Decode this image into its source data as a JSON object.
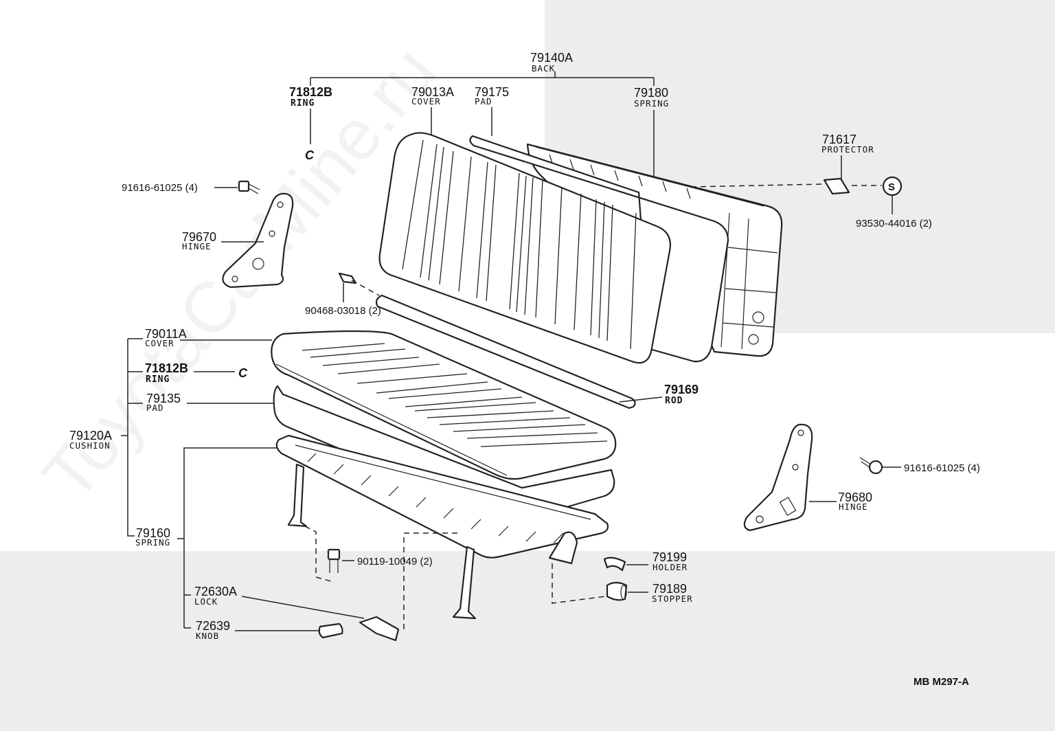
{
  "watermark": "ToyotaCarMine.ru",
  "diagram_code": "MB  M297-A",
  "labels": {
    "back": {
      "number": "79140A",
      "name": "BACK"
    },
    "ring_top": {
      "number": "71812B",
      "name": "RING"
    },
    "cover_back": {
      "number": "79013A",
      "name": "COVER"
    },
    "pad_back": {
      "number": "79175",
      "name": "PAD"
    },
    "spring_back": {
      "number": "79180",
      "name": "SPRING"
    },
    "protector": {
      "number": "71617",
      "name": "PROTECTOR"
    },
    "nut_right": {
      "number": "93530-44016 (2)"
    },
    "bolt_left": {
      "number": "91616-61025 (4)"
    },
    "hinge_left": {
      "number": "79670",
      "name": "HINGE"
    },
    "pin": {
      "number": "90468-03018 (2)"
    },
    "cover_cushion": {
      "number": "79011A",
      "name": "COVER"
    },
    "ring_mid": {
      "number": "71812B",
      "name": "RING"
    },
    "pad_cushion": {
      "number": "79135",
      "name": "PAD"
    },
    "cushion": {
      "number": "79120A",
      "name": "CUSHION"
    },
    "spring_cushion": {
      "number": "79160",
      "name": "SPRING"
    },
    "rod": {
      "number": "79169",
      "name": "ROD"
    },
    "bolt_right": {
      "number": "91616-61025 (4)"
    },
    "hinge_right": {
      "number": "79680",
      "name": "HINGE"
    },
    "bolt_lower": {
      "number": "90119-10049 (2)"
    },
    "holder": {
      "number": "79199",
      "name": "HOLDER"
    },
    "stopper": {
      "number": "79189",
      "name": "STOPPER"
    },
    "lock": {
      "number": "72630A",
      "name": "LOCK"
    },
    "knob": {
      "number": "72639",
      "name": "KNOB"
    }
  },
  "symbols": {
    "ring_glyph": "C",
    "nut_glyph": "S"
  }
}
